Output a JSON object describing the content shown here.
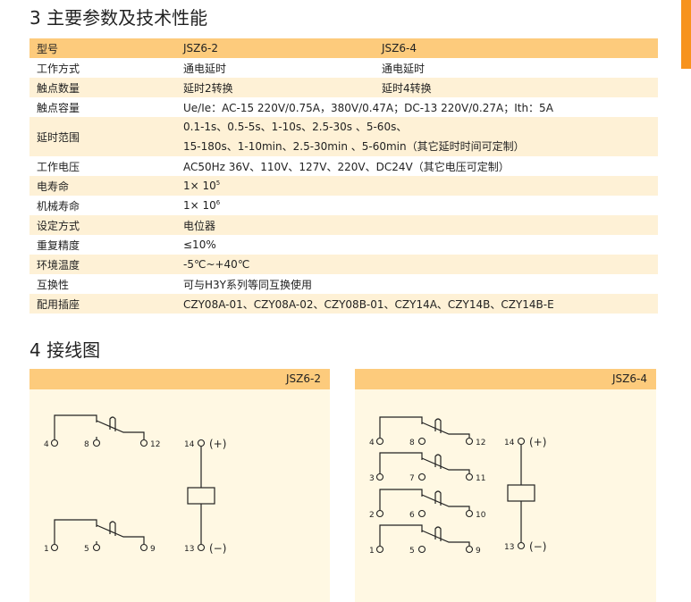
{
  "section3_title": "3 主要参数及技术性能",
  "section4_title": "4 接线图",
  "accent_color": "#f7931e",
  "table": {
    "header": [
      "型号",
      "JSZ6-2",
      "JSZ6-4"
    ],
    "rows": [
      {
        "k": "工作方式",
        "a": "通电延时",
        "b": "通电延时"
      },
      {
        "k": "触点数量",
        "a": "延时2转换",
        "b": "延时4转换"
      },
      {
        "k": "触点容量",
        "v": "Ue/Ie：AC-15 220V/0.75A，380V/0.47A；DC-13 220V/0.27A；Ith：5A"
      },
      {
        "k": "延时范围",
        "v1": "0.1-1s、0.5-5s、1-10s、2.5-30s 、5-60s、",
        "v2": "15-180s、1-10min、2.5-30min 、5-60min（其它延时时间可定制）"
      },
      {
        "k": "工作电压",
        "v": "AC50Hz 36V、110V、127V、220V、DC24V（其它电压可定制）"
      },
      {
        "k": "电寿命",
        "base": "1× 10",
        "exp": "5"
      },
      {
        "k": "机械寿命",
        "base": "1× 10",
        "exp": "6"
      },
      {
        "k": "设定方式",
        "v": "电位器"
      },
      {
        "k": "重复精度",
        "v": "≤10%"
      },
      {
        "k": "环境温度",
        "v": "-5℃~+40℃"
      },
      {
        "k": "互换性",
        "v": "可与H3Y系列等同互换使用"
      },
      {
        "k": "配用插座",
        "v": "CZY08A-01、CZY08A-02、CZY08B-01、CZY14A、CZY14B、CZY14B-E"
      }
    ]
  },
  "diagrams": [
    {
      "title": "JSZ6-2",
      "groups": [
        [
          "4",
          "8",
          "12"
        ],
        [
          "1",
          "5",
          "9"
        ]
      ],
      "coil": {
        "plus_terminal": "14",
        "plus": "(+)",
        "minus_terminal": "13",
        "minus": "(−)"
      }
    },
    {
      "title": "JSZ6-4",
      "groups": [
        [
          "4",
          "8",
          "12"
        ],
        [
          "3",
          "7",
          "11"
        ],
        [
          "2",
          "6",
          "10"
        ],
        [
          "1",
          "5",
          "9"
        ]
      ],
      "coil": {
        "plus_terminal": "14",
        "plus": "(+)",
        "minus_terminal": "13",
        "minus": "(−)"
      }
    }
  ]
}
